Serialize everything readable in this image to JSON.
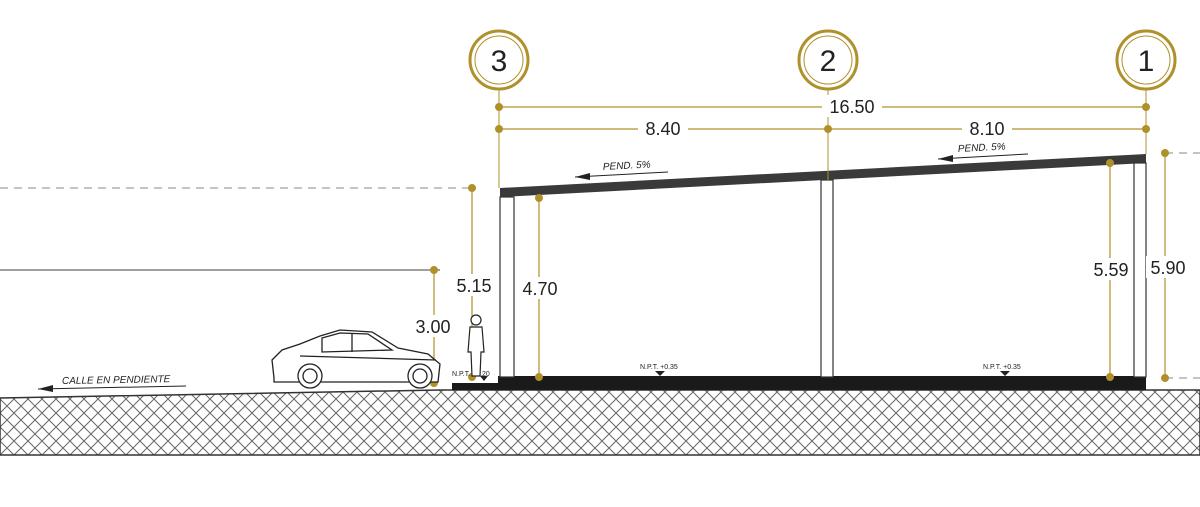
{
  "axes": [
    {
      "id": "axis-3",
      "label": "3"
    },
    {
      "id": "axis-2",
      "label": "2"
    },
    {
      "id": "axis-1",
      "label": "1"
    }
  ],
  "dimensions": {
    "overall": "16.50",
    "span_left": "8.40",
    "span_right": "8.10",
    "height_left_outer": "5.15",
    "height_left_inner": "4.70",
    "height_right_inner": "5.59",
    "height_right_outer": "5.90",
    "wall_height": "3.00"
  },
  "labels": {
    "slope_left": "PEND. 5%",
    "slope_right": "PEND. 5%",
    "street": "CALLE EN PENDIENTE",
    "level_street": "N.P.T. +0.20",
    "level_floor_left": "N.P.T. +0.35",
    "level_floor_right": "N.P.T. +0.35"
  },
  "colors": {
    "dimension": "#b0902a",
    "structure": "#3a3a3a",
    "ground_hatch": "#555555"
  }
}
